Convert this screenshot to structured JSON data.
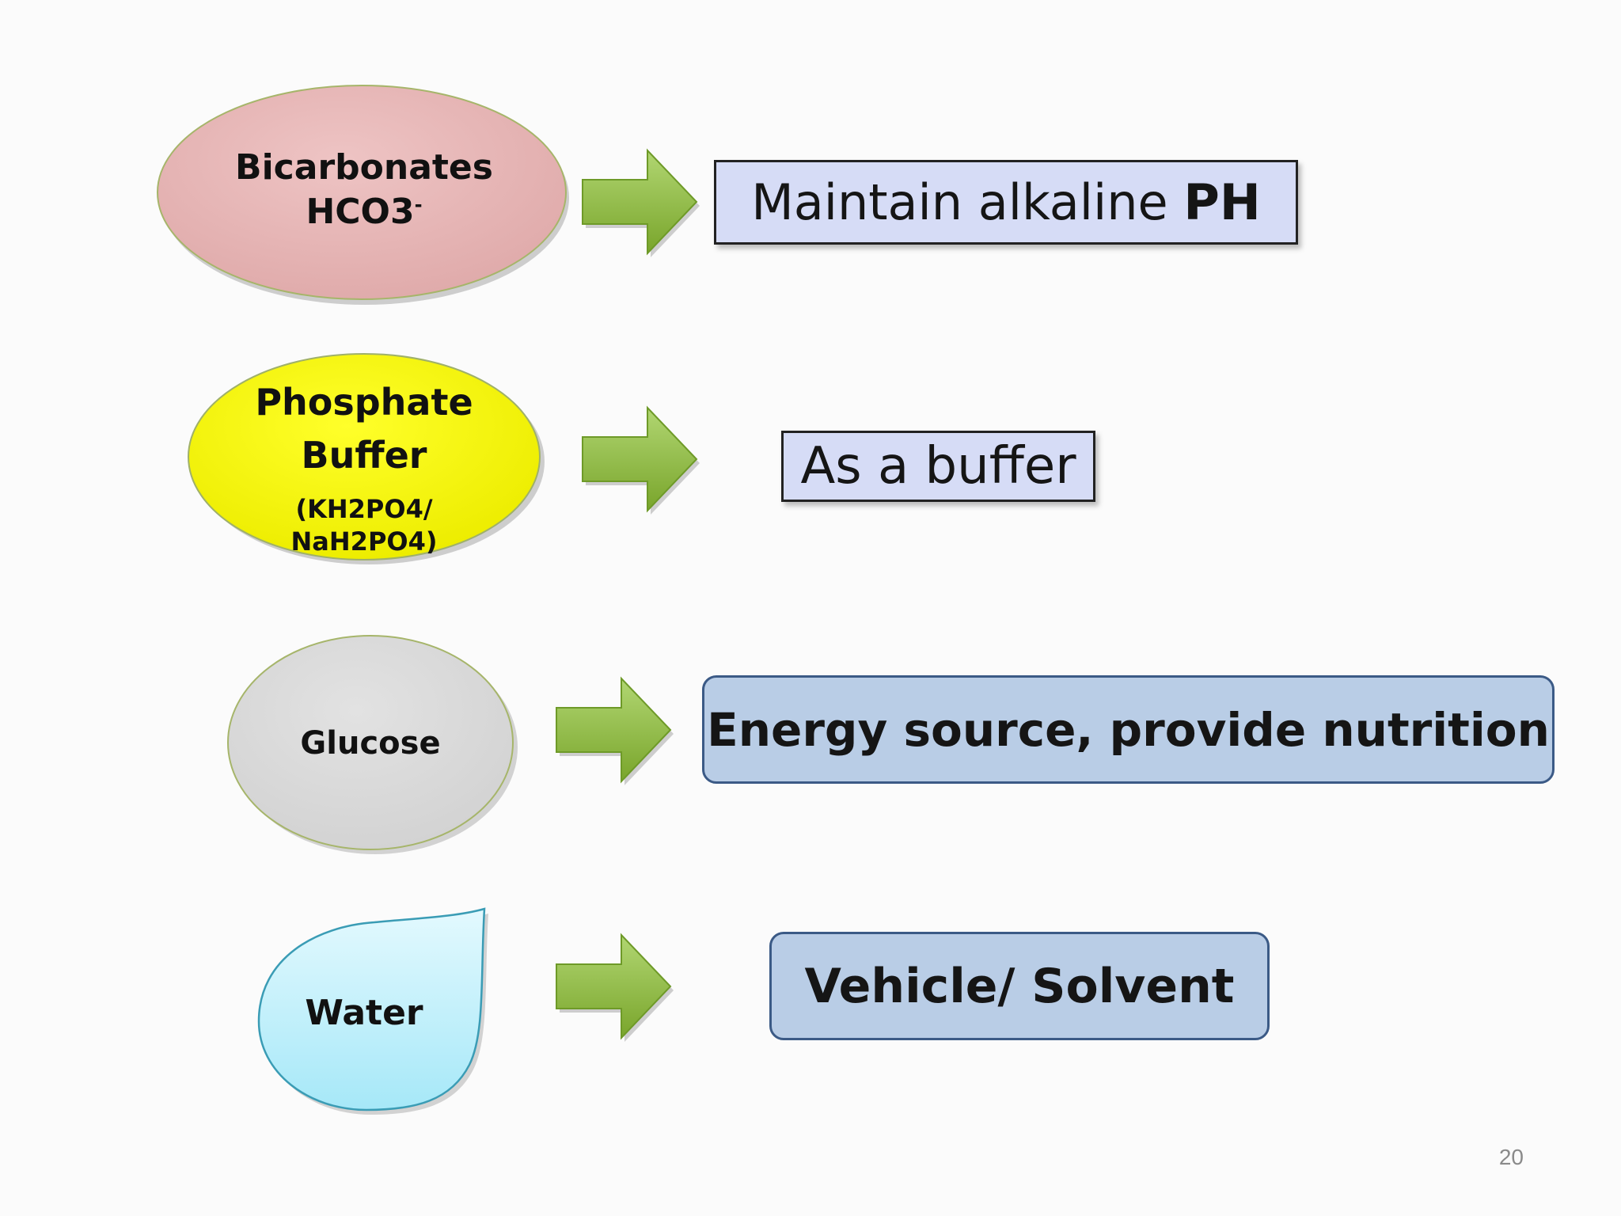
{
  "rows": [
    {
      "component": "Bicarbonates",
      "formula": "HCO3",
      "charge": "-",
      "role_text": "Maintain alkaline ",
      "role_bold": "PH"
    },
    {
      "component": "Phosphate Buffer",
      "formula_line1": "(KH2PO4/",
      "formula_line2": "NaH2PO4)",
      "role": "As a buffer"
    },
    {
      "component": "Glucose",
      "role": "Energy source, provide nutrition"
    },
    {
      "component": "Water",
      "role": "Vehicle/ Solvent"
    }
  ],
  "page_number": "20",
  "colors": {
    "bicarbonate_fill": "#e6b8b8",
    "phosphate_fill": "#f5f500",
    "glucose_fill": "#d9d9d9",
    "water_fill": "#bfeffc",
    "arrow_fill": "#8cb83a",
    "flat_box_fill": "#d6dcf6",
    "round_box_fill": "#b9cde6"
  },
  "icons": [
    "right-arrow-icon"
  ]
}
